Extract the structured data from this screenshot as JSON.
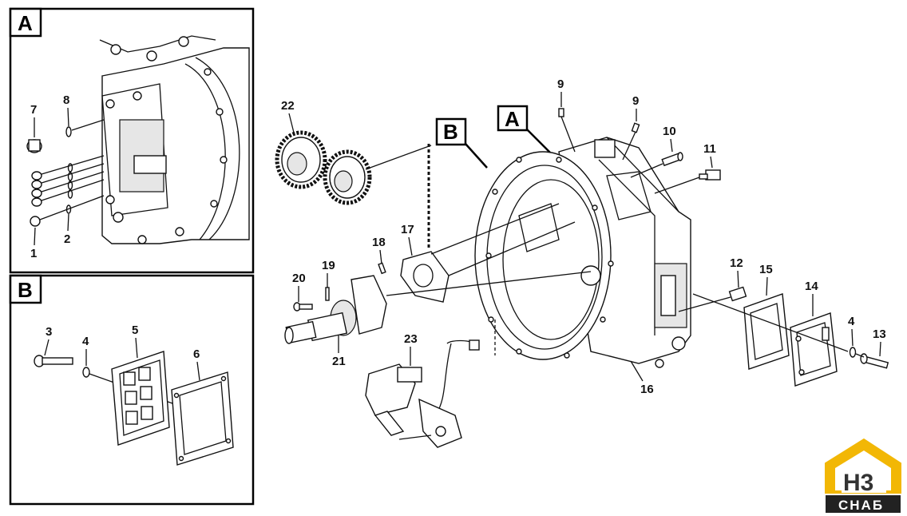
{
  "detail_a": {
    "label": "A",
    "callouts": [
      "7",
      "8",
      "1",
      "2"
    ]
  },
  "detail_b": {
    "label": "B",
    "callouts": [
      "3",
      "4",
      "5",
      "6"
    ]
  },
  "main": {
    "box_a": "A",
    "box_b": "B",
    "callouts": [
      "9",
      "9",
      "10",
      "11",
      "12",
      "15",
      "14",
      "4",
      "13",
      "16",
      "22",
      "17",
      "18",
      "19",
      "20",
      "21",
      "23"
    ]
  },
  "logo": {
    "mark": "H3",
    "text": "СНАБ",
    "colors": {
      "yellow": "#f2b705",
      "dark": "#222222"
    }
  }
}
